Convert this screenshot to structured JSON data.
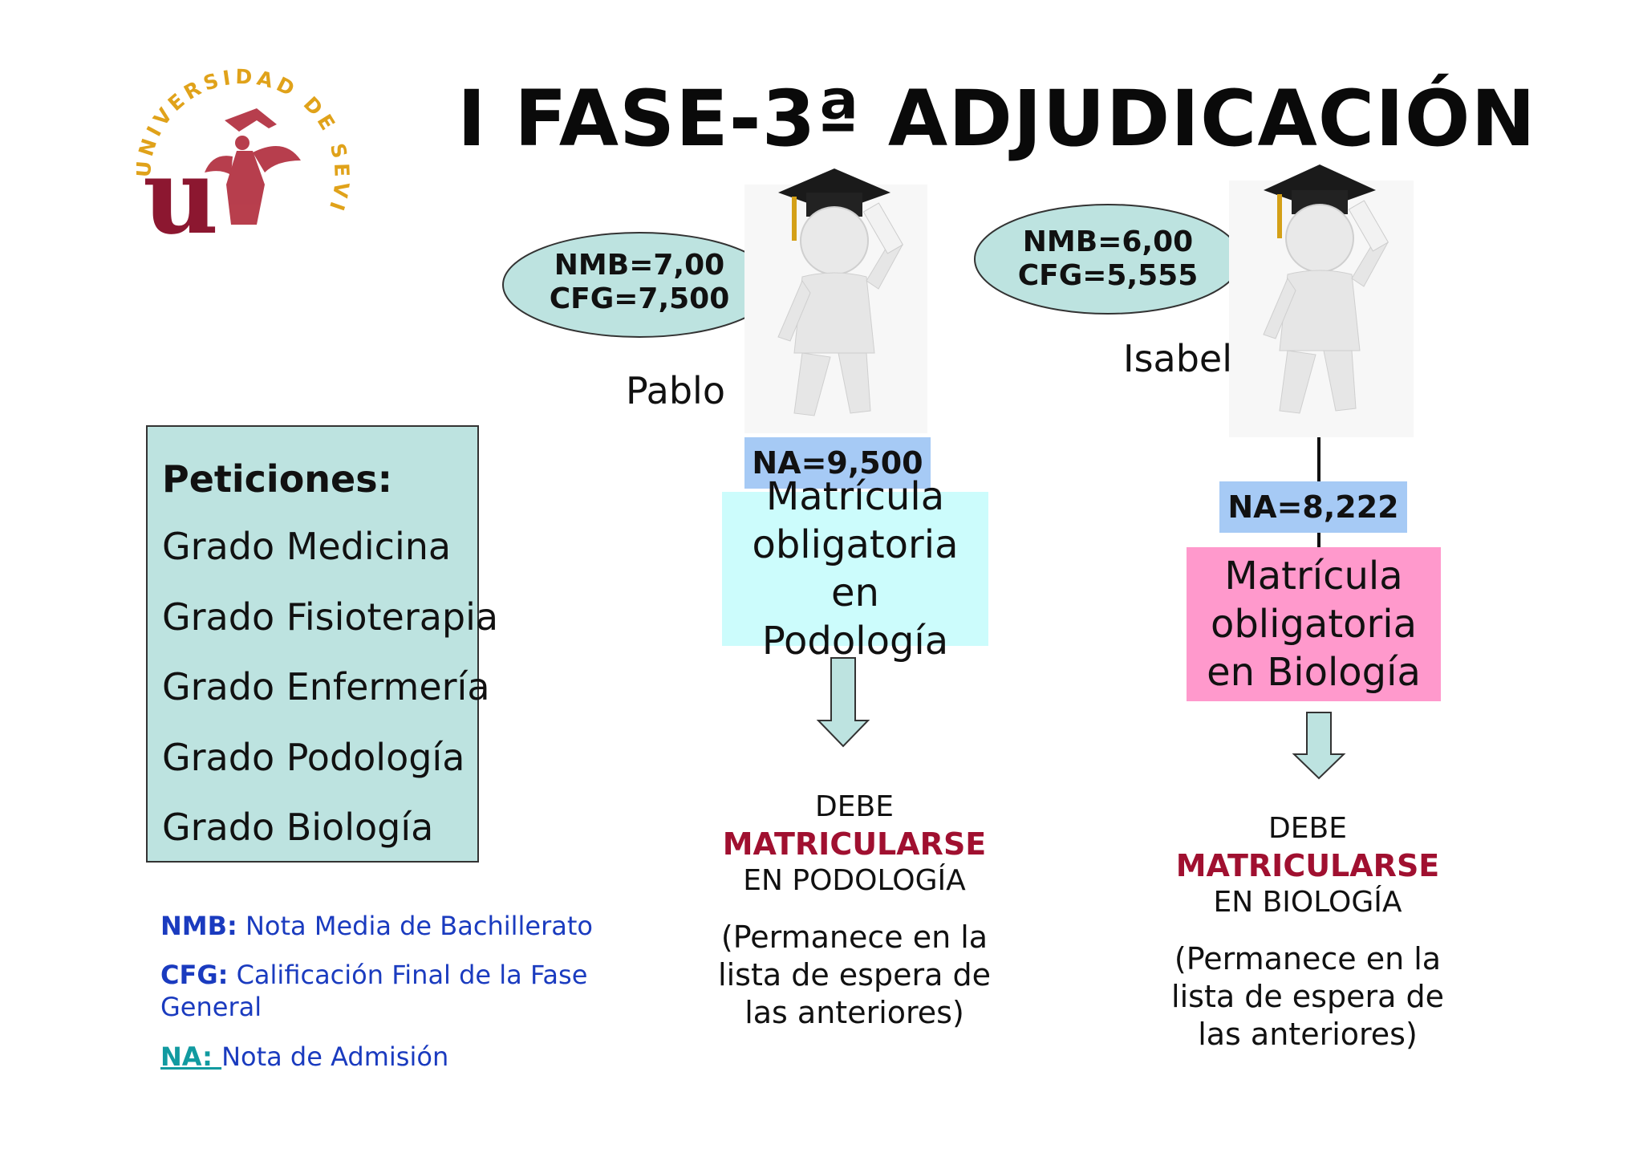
{
  "title": "I FASE-3ª ADJUDICACIÓN",
  "logo": {
    "arc_text": "UNIVERSIDAD DE SEVILLA",
    "letter": "u",
    "colors": {
      "arc": "#e0a21a",
      "letter": "#8c1730"
    }
  },
  "petitions": {
    "heading": "Peticiones:",
    "items": [
      "Grado Medicina",
      "Grado Fisioterapia",
      "Grado Enfermería",
      "Grado Podología",
      "Grado Biología"
    ],
    "background": "#bde3e0"
  },
  "legend": {
    "nmb": {
      "key": "NMB:",
      "text": " Nota Media de Bachillerato"
    },
    "cfg": {
      "key": "CFG:",
      "text_line1": " Calificación Final de la Fase",
      "text_line2": "General"
    },
    "na": {
      "key": "NA: ",
      "text": "Nota de Admisión"
    }
  },
  "students": [
    {
      "name": "Pablo",
      "bubble_line1": "NMB=7,00",
      "bubble_line2": "CFG=7,500",
      "na": "NA=9,500",
      "box_lines": [
        "Matrícula",
        "obligatoria en",
        "Podología"
      ],
      "box_color": "#ccfcfc",
      "result_line1": "DEBE",
      "result_line2": "MATRICULARSE",
      "result_line3": "EN PODOLOGÍA",
      "note_lines": [
        "(Permanece en la",
        "lista de espera de",
        "las anteriores)"
      ]
    },
    {
      "name": "Isabel",
      "bubble_line1": "NMB=6,00",
      "bubble_line2": "CFG=5,555",
      "na": "NA=8,222",
      "box_lines": [
        "Matrícula",
        "obligatoria",
        "en Biología"
      ],
      "box_color": "#ff99cc",
      "result_line1": "DEBE",
      "result_line2": "MATRICULARSE",
      "result_line3": "EN BIOLOGÍA",
      "note_lines": [
        "(Permanece en la",
        "lista de espera de",
        "las anteriores)"
      ]
    }
  ],
  "colors": {
    "bubble_fill": "#bde3e0",
    "na_fill": "#a6caf5",
    "arrow_fill": "#bde3e0",
    "emphasis_red": "#a01030",
    "legend_blue": "#1a3bbf",
    "legend_teal": "#119aa0"
  }
}
